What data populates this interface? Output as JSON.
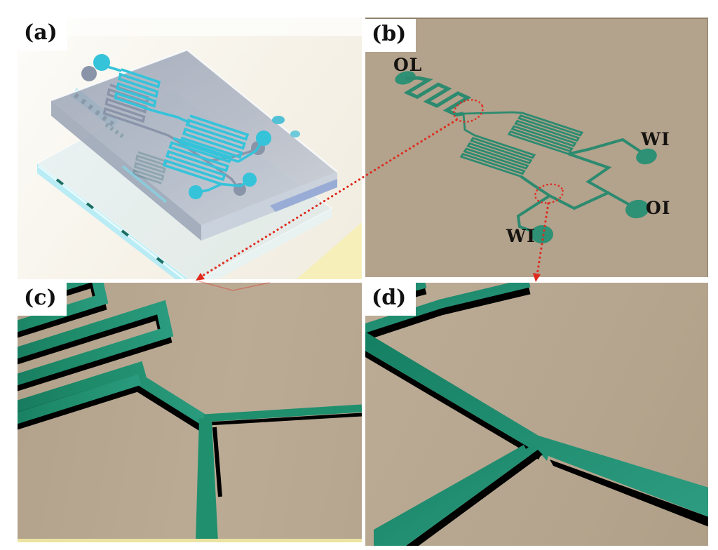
{
  "panels": {
    "a": {
      "label": "(a)"
    },
    "b": {
      "label": "(b)",
      "ports": {
        "ol": "OL",
        "wi_right": "WI",
        "oi": "OI",
        "wi_bottom": "WI"
      }
    },
    "c": {
      "label": "(c)"
    },
    "d": {
      "label": "(d)"
    }
  },
  "colors": {
    "page_background": "#ffffff",
    "panel_b_background": "#b3a28c",
    "panel_cd_background": "#b7a791",
    "schematic_channel_teal": "#2c8a6f",
    "zoom_channel_green": "#1d8a68",
    "chip_channel_cyan": "#35c3da",
    "chip_channel_gray": "#8a94a9",
    "annotation_red": "#e02a1e",
    "channel_shadow_black": "#000000",
    "yellow_strip": "#ece3a2"
  }
}
